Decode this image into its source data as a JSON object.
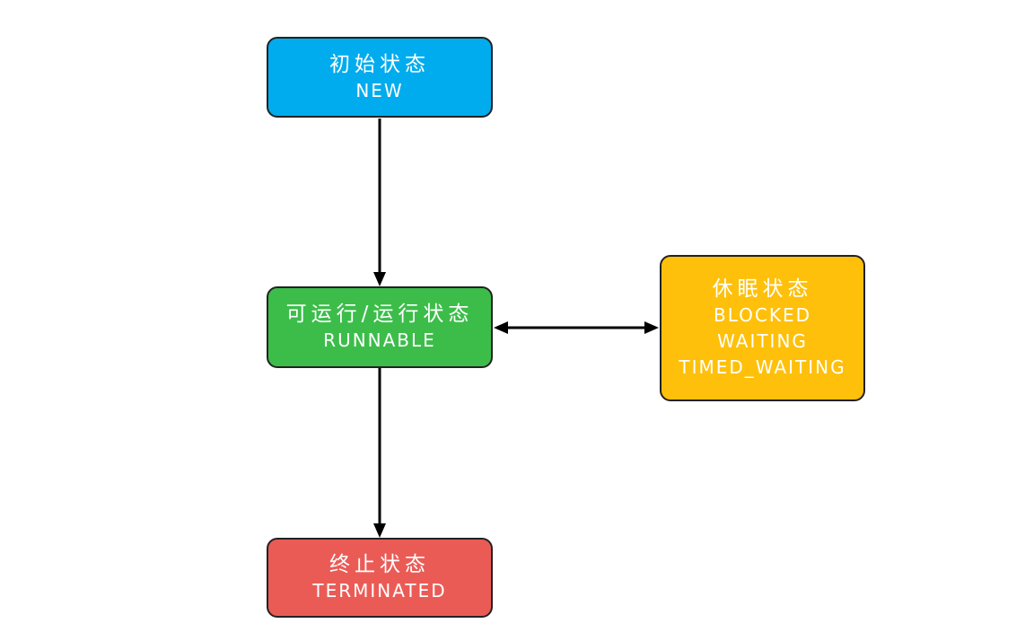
{
  "diagram": {
    "background": "#ffffff",
    "border_color": "#222222",
    "arrow_color": "#000000",
    "text_color": "#ffffff",
    "nodes": [
      {
        "id": "new",
        "color": "#00ACEE",
        "lines": [
          "初始状态",
          "NEW"
        ]
      },
      {
        "id": "runnable",
        "color": "#3CBD4A",
        "lines": [
          "可运行/运行状态",
          "RUNNABLE"
        ]
      },
      {
        "id": "sleeping",
        "color": "#FEC00A",
        "lines": [
          "休眠状态",
          "BLOCKED",
          "WAITING",
          "TIMED_WAITING"
        ]
      },
      {
        "id": "terminated",
        "color": "#EB5B56",
        "lines": [
          "终止状态",
          "TERMINATED"
        ]
      }
    ],
    "edges": [
      {
        "from": "new",
        "to": "runnable",
        "direction": "one-way"
      },
      {
        "from": "runnable",
        "to": "sleeping",
        "direction": "two-way"
      },
      {
        "from": "runnable",
        "to": "terminated",
        "direction": "one-way"
      }
    ]
  }
}
